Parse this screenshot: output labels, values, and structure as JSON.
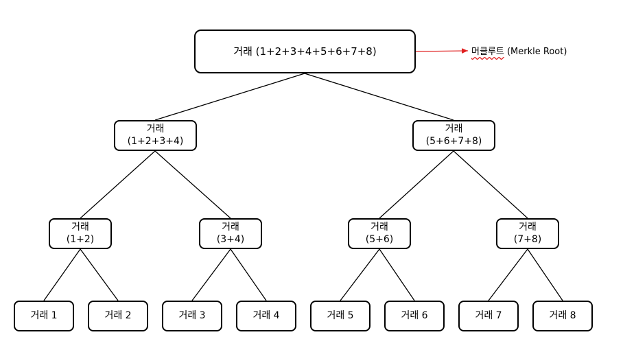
{
  "tree": {
    "root": {
      "line1": "거래 (1+2+3+4+5+6+7+8)"
    },
    "level1": [
      {
        "line1": "거래",
        "line2": "(1+2+3+4)"
      },
      {
        "line1": "거래",
        "line2": "(5+6+7+8)"
      }
    ],
    "level2": [
      {
        "line1": "거래",
        "line2": "(1+2)"
      },
      {
        "line1": "거래",
        "line2": "(3+4)"
      },
      {
        "line1": "거래",
        "line2": "(5+6)"
      },
      {
        "line1": "거래",
        "line2": "(7+8)"
      }
    ],
    "leaves": [
      {
        "label": "거래 1"
      },
      {
        "label": "거래 2"
      },
      {
        "label": "거래 3"
      },
      {
        "label": "거래 4"
      },
      {
        "label": "거래 5"
      },
      {
        "label": "거래 6"
      },
      {
        "label": "거래 7"
      },
      {
        "label": "거래 8"
      }
    ]
  },
  "annotation": {
    "label_korean": "머클루트",
    "label_english": "(Merkle Root)",
    "arrow_color": "#e02020",
    "spellcheck_underline_color": "#e02020"
  },
  "colors": {
    "line": "#000000",
    "border": "#000000",
    "background": "#ffffff"
  }
}
